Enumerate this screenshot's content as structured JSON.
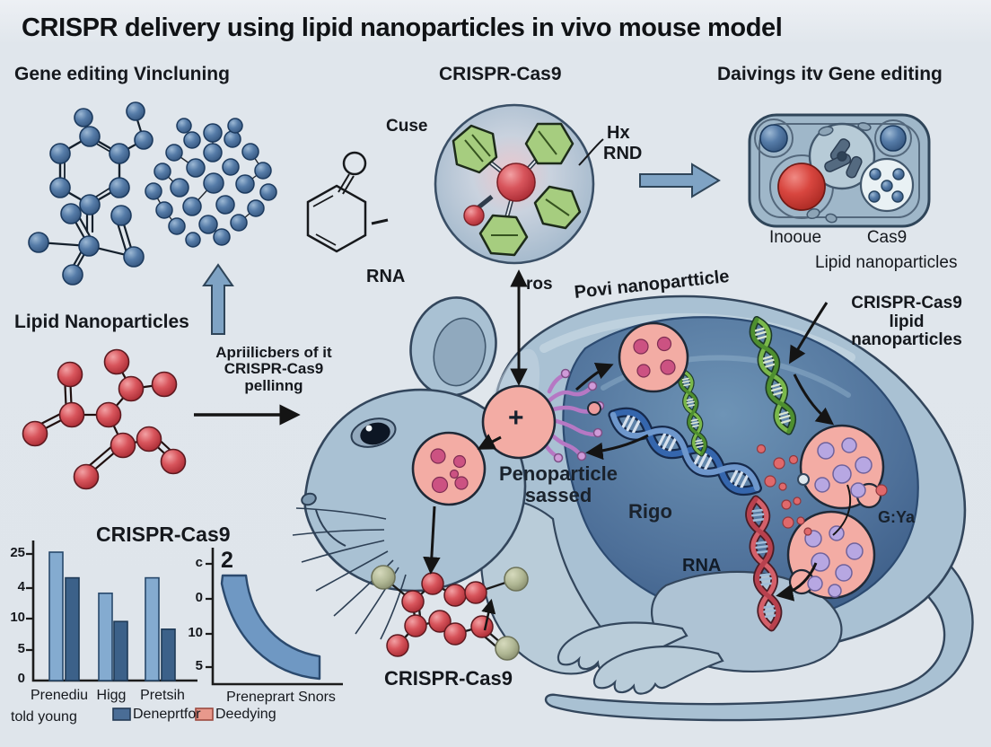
{
  "title": "CRISPR delivery using lipid nanoparticles in vivo mouse model",
  "headings": {
    "left": "Gene editing Vincluning",
    "center": "CRISPR-Cas9",
    "right": "Daivings itv Gene editing"
  },
  "top_left": {
    "lipid_label": "Lipid Nanoparticles"
  },
  "crispr_circle": {
    "cuse": "Cuse",
    "hx": "Hx",
    "rnd": "RND",
    "rna": "RNA"
  },
  "device": {
    "inooue": "Inooue",
    "cas9": "Cas9",
    "lipid": "Lipid nanoparticles"
  },
  "arrow_note": {
    "l1": "Apriilicbers of it",
    "l2": "CRISPR-Cas9",
    "l3": "pellinng"
  },
  "mouse": {
    "ros": "ros",
    "povi": "Povi nanopartticle",
    "plus": "+",
    "peno1": "Penoparticle",
    "peno2": "sassed",
    "rigo": "Rigo",
    "rna": "RNA",
    "gya": "G:Ya",
    "right1": "CRISPR-Cas9",
    "right2": "lipid",
    "right3": "nanoparticles",
    "molecule_label": "CRISPR-Cas9"
  },
  "chart_data": [
    {
      "type": "bar",
      "title": "CRISPR-Cas9",
      "categories": [
        "Prenediu",
        "Higg",
        "Pretsih"
      ],
      "x_footnote": "told young",
      "y_ticks": [
        "25",
        "4",
        "10",
        "5",
        "0"
      ],
      "ylim": [
        0,
        25
      ],
      "grid": false,
      "series": [
        {
          "name": "light-blue (unlabeled)",
          "color": "#84abd0",
          "values": [
            25,
            17,
            20
          ]
        },
        {
          "name": "Deneprtfor",
          "color": "#3c6189",
          "values": [
            20,
            11.5,
            10
          ]
        }
      ],
      "legend": [
        {
          "label": "Deneprtfor",
          "color": "#4a6d96"
        },
        {
          "label": "Deedying",
          "color": "#e8998c"
        }
      ]
    },
    {
      "type": "area",
      "top_label": "2",
      "y_ticks": [
        "c",
        "0",
        "10",
        "5"
      ],
      "xlabel": "Preneprart Snors",
      "curve": {
        "shape": "thick concave decreasing band",
        "x_rel": [
          0,
          0.25,
          0.5,
          0.75,
          1
        ],
        "y_rel": [
          1.0,
          0.52,
          0.3,
          0.2,
          0.16
        ],
        "color": "#6f98c3"
      }
    }
  ],
  "colors": {
    "background": "#dfe5eb",
    "mouse_body": "#a9c1d3",
    "mouse_inner_dark": "#45678f",
    "nanoparticle_pink": "#f3aca4",
    "purple_dot": "#b7a7e2",
    "red_sphere": "#c8393f",
    "blue_sphere": "#4c6f9b",
    "green_hexagon": "#a6cd7f",
    "block_arrow_blue": "#7fa3c4"
  }
}
